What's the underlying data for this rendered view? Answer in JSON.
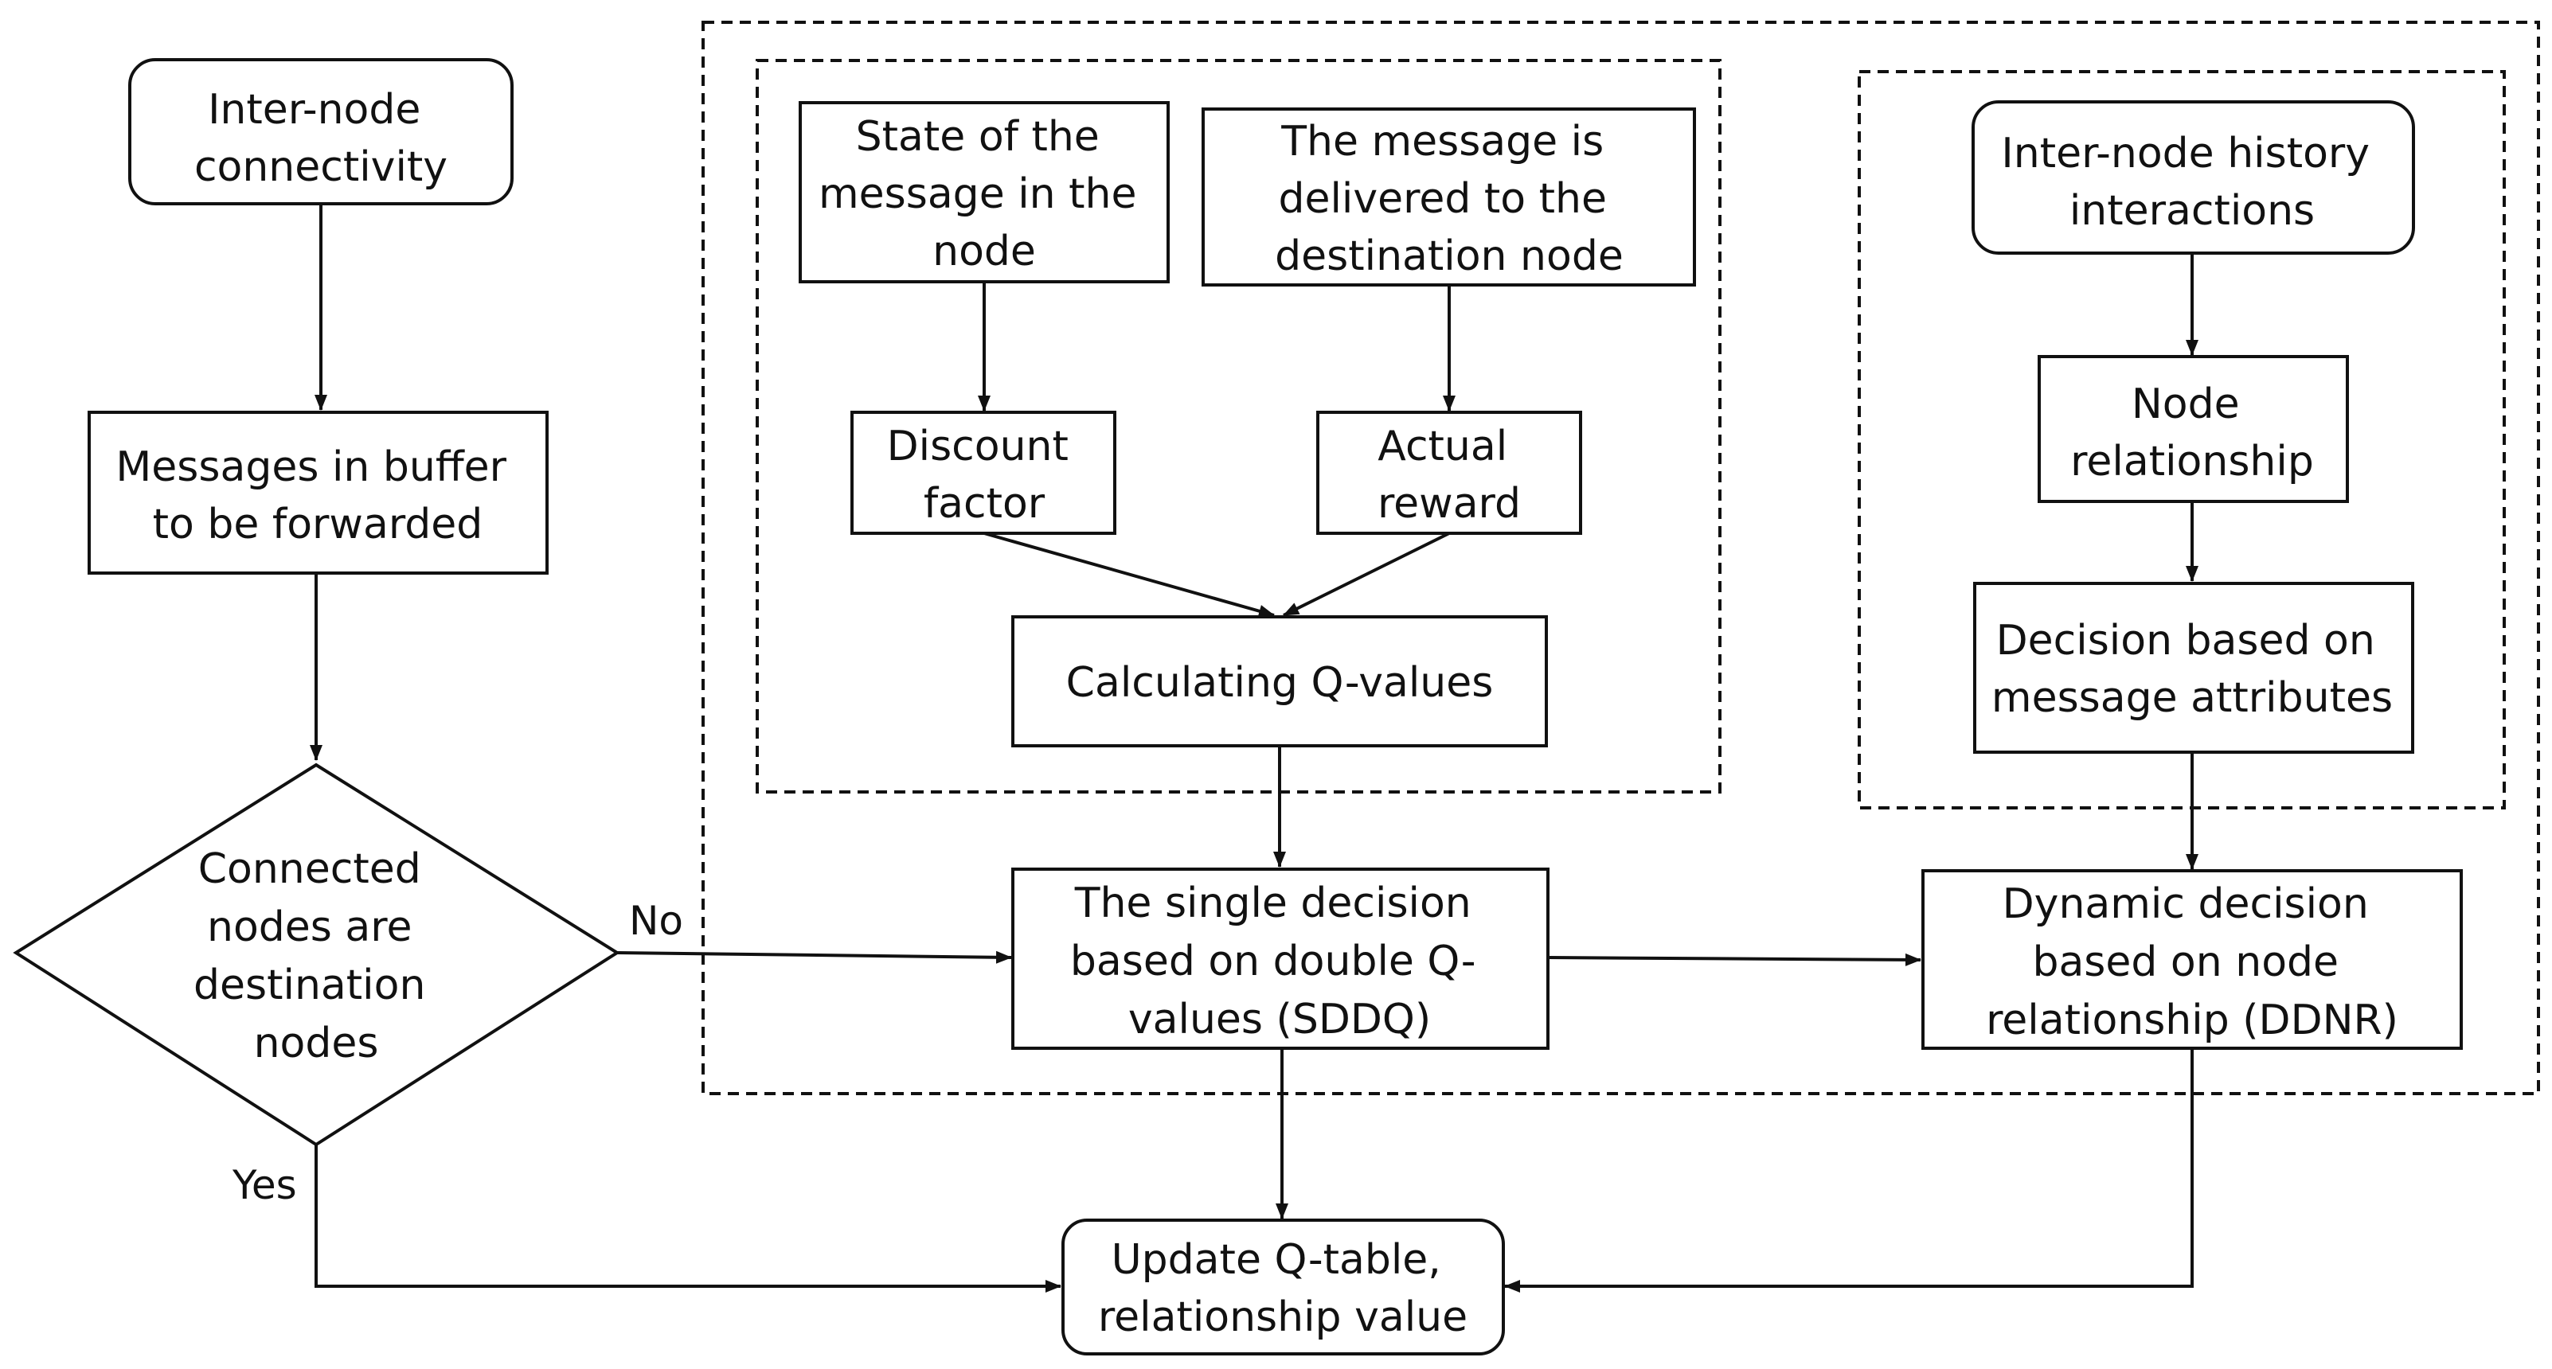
{
  "diagram": {
    "nodes": {
      "connectivity": {
        "lines": [
          "Inter-node",
          "connectivity"
        ]
      },
      "messages_buffer": {
        "lines": [
          "Messages in buffer",
          "to be forwarded"
        ]
      },
      "decision_destination": {
        "lines": [
          "Connected",
          "nodes are",
          "destination",
          "nodes"
        ]
      },
      "state_message": {
        "lines": [
          "State of the",
          "message in the",
          "node"
        ]
      },
      "delivered": {
        "lines": [
          "The message is",
          "delivered to the",
          "destination node"
        ]
      },
      "discount_factor": {
        "lines": [
          "Discount",
          "factor"
        ]
      },
      "actual_reward": {
        "lines": [
          "Actual",
          "reward"
        ]
      },
      "calculating_q": {
        "lines": [
          "Calculating Q-values"
        ]
      },
      "sddq": {
        "lines": [
          "The single decision",
          "based on double Q-",
          "values (SDDQ)"
        ]
      },
      "history": {
        "lines": [
          "Inter-node history",
          "interactions"
        ]
      },
      "node_relationship": {
        "lines": [
          "Node",
          "relationship"
        ]
      },
      "decision_attributes": {
        "lines": [
          "Decision based on",
          "message attributes"
        ]
      },
      "ddnr": {
        "lines": [
          "Dynamic decision",
          "based on node",
          "relationship (DDNR)"
        ]
      },
      "update": {
        "lines": [
          "Update Q-table,",
          "relationship value"
        ]
      }
    },
    "edge_labels": {
      "no": "No",
      "yes": "Yes"
    }
  },
  "colors": {
    "stroke": "#111111",
    "background": "#ffffff"
  }
}
